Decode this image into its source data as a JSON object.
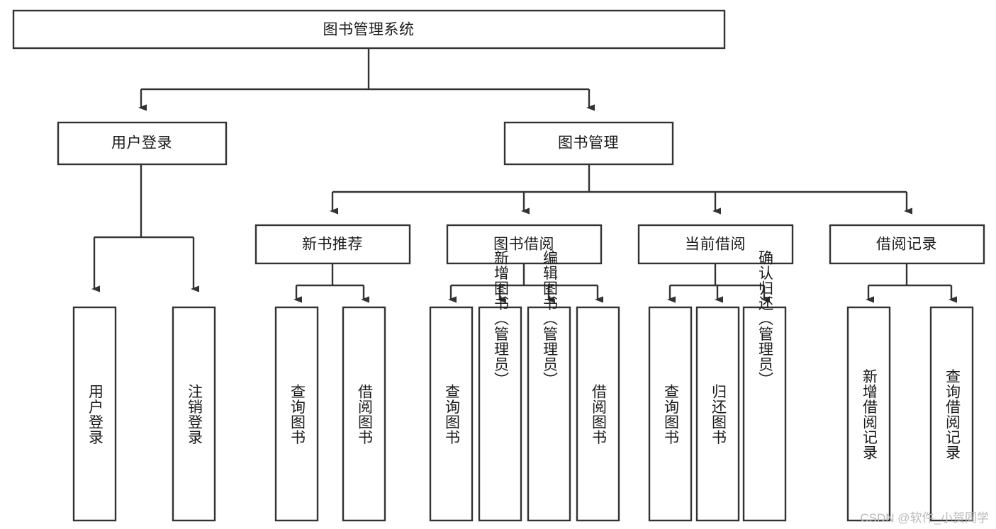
{
  "diagram": {
    "type": "tree-hierarchy",
    "title": "图书管理系统",
    "orientation": "top-down",
    "colors": {
      "box_fill": "#ffffff",
      "box_stroke": "#333333",
      "text": "#1a1a1a",
      "background": "#ffffff",
      "watermark": "#b9b9b9"
    },
    "levels": [
      {
        "level": 1,
        "nodes": [
          {
            "id": "root",
            "label": "图书管理系统",
            "orientation": "horizontal"
          }
        ]
      },
      {
        "level": 2,
        "nodes": [
          {
            "id": "user-login",
            "label": "用户登录",
            "orientation": "horizontal",
            "parent": "root"
          },
          {
            "id": "book-manage",
            "label": "图书管理",
            "orientation": "horizontal",
            "parent": "root"
          }
        ]
      },
      {
        "level": 3,
        "nodes": [
          {
            "id": "new-book-recommend",
            "label": "新书推荐",
            "orientation": "horizontal",
            "parent": "book-manage"
          },
          {
            "id": "book-borrow",
            "label": "图书借阅",
            "orientation": "horizontal",
            "parent": "book-manage"
          },
          {
            "id": "current-borrow",
            "label": "当前借阅",
            "orientation": "horizontal",
            "parent": "book-manage"
          },
          {
            "id": "borrow-record",
            "label": "借阅记录",
            "orientation": "horizontal",
            "parent": "book-manage"
          }
        ]
      },
      {
        "level": 4,
        "nodes": [
          {
            "id": "leaf-user-login",
            "label": "用户登录",
            "orientation": "vertical",
            "parent": "user-login"
          },
          {
            "id": "leaf-user-logout",
            "label": "注销登录",
            "orientation": "vertical",
            "parent": "user-login"
          },
          {
            "id": "leaf-query-book-1",
            "label": "查询图书",
            "orientation": "vertical",
            "parent": "new-book-recommend"
          },
          {
            "id": "leaf-borrow-book-1",
            "label": "借阅图书",
            "orientation": "vertical",
            "parent": "new-book-recommend"
          },
          {
            "id": "leaf-query-book-2",
            "label": "查询图书",
            "orientation": "vertical",
            "parent": "book-borrow"
          },
          {
            "id": "leaf-add-book",
            "label": "新增图书（管理员）",
            "orientation": "vertical",
            "parent": "book-borrow"
          },
          {
            "id": "leaf-edit-book",
            "label": "编辑图书（管理员）",
            "orientation": "vertical",
            "parent": "book-borrow"
          },
          {
            "id": "leaf-borrow-book-2",
            "label": "借阅图书",
            "orientation": "vertical",
            "parent": "book-borrow"
          },
          {
            "id": "leaf-query-book-3",
            "label": "查询图书",
            "orientation": "vertical",
            "parent": "current-borrow"
          },
          {
            "id": "leaf-return-book",
            "label": "归还图书",
            "orientation": "vertical",
            "parent": "current-borrow"
          },
          {
            "id": "leaf-confirm-return",
            "label": "确认归还（管理员）",
            "orientation": "vertical",
            "parent": "current-borrow"
          },
          {
            "id": "leaf-add-record",
            "label": "新增借阅记录",
            "orientation": "vertical",
            "parent": "borrow-record"
          },
          {
            "id": "leaf-query-record",
            "label": "查询借阅记录",
            "orientation": "vertical",
            "parent": "borrow-record"
          }
        ]
      }
    ],
    "edges": [
      {
        "from": "root",
        "to": "user-login"
      },
      {
        "from": "root",
        "to": "book-manage"
      },
      {
        "from": "book-manage",
        "to": "new-book-recommend"
      },
      {
        "from": "book-manage",
        "to": "book-borrow"
      },
      {
        "from": "book-manage",
        "to": "current-borrow"
      },
      {
        "from": "book-manage",
        "to": "borrow-record"
      },
      {
        "from": "user-login",
        "to": "leaf-user-login"
      },
      {
        "from": "user-login",
        "to": "leaf-user-logout"
      },
      {
        "from": "new-book-recommend",
        "to": "leaf-query-book-1"
      },
      {
        "from": "new-book-recommend",
        "to": "leaf-borrow-book-1"
      },
      {
        "from": "book-borrow",
        "to": "leaf-query-book-2"
      },
      {
        "from": "book-borrow",
        "to": "leaf-add-book"
      },
      {
        "from": "book-borrow",
        "to": "leaf-edit-book"
      },
      {
        "from": "book-borrow",
        "to": "leaf-borrow-book-2"
      },
      {
        "from": "current-borrow",
        "to": "leaf-query-book-3"
      },
      {
        "from": "current-borrow",
        "to": "leaf-return-book"
      },
      {
        "from": "current-borrow",
        "to": "leaf-confirm-return"
      },
      {
        "from": "borrow-record",
        "to": "leaf-add-record"
      },
      {
        "from": "borrow-record",
        "to": "leaf-query-record"
      }
    ]
  },
  "watermark": {
    "text": "CSDN @软件_小贺同学"
  }
}
